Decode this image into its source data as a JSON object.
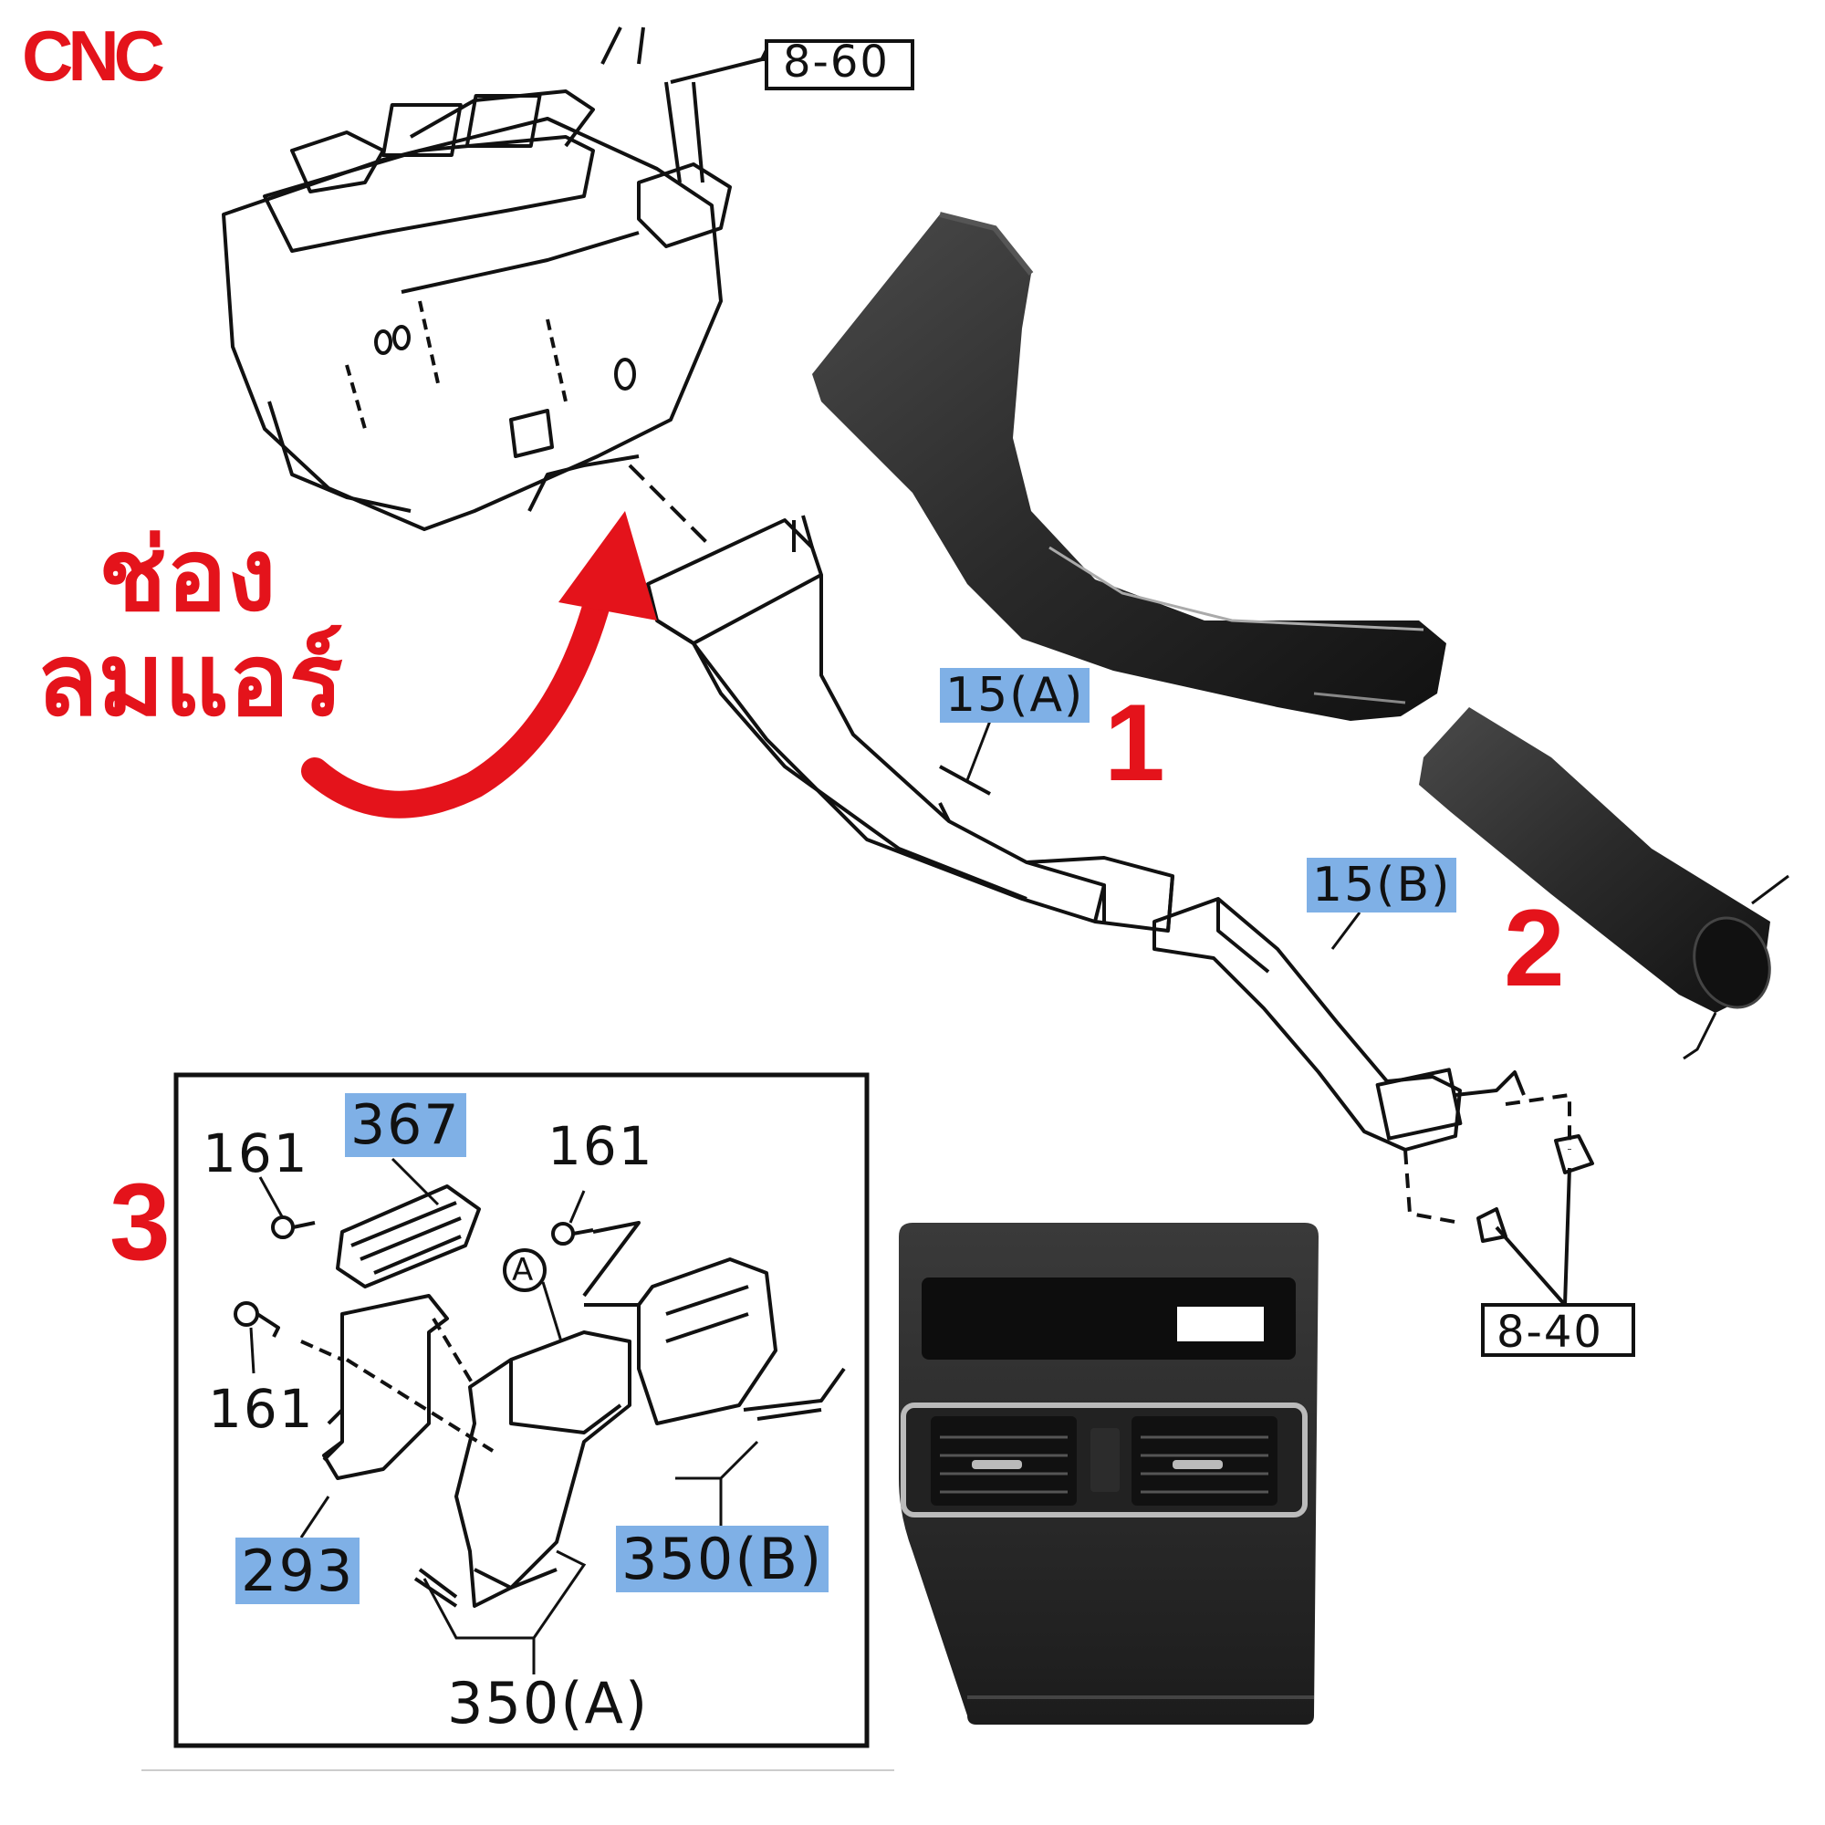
{
  "brand": {
    "logo_text": "CNC",
    "color": "#e4131b"
  },
  "annotation": {
    "line1": "ช่อง",
    "line2": "ลมแอร์",
    "color": "#e4131b"
  },
  "item_numbers": {
    "n1": "1",
    "n2": "2",
    "n3": "3"
  },
  "part_labels": {
    "top_ref": "8-60",
    "duct_a": "15(A)",
    "duct_b": "15(B)",
    "ref_840": "8-40",
    "inset": {
      "p367": "367",
      "p161_left_top": "161",
      "p161_right_top": "161",
      "p161_left_mid": "161",
      "circle_a": "A",
      "p293": "293",
      "p350b": "350(B)",
      "p350a": "350(A)"
    }
  },
  "highlight_color": "#7fb0e6",
  "watermark": "CNC"
}
